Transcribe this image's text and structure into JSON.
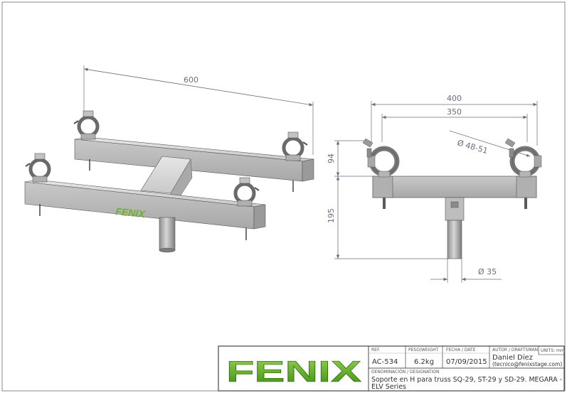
{
  "dimensions": {
    "iso_length": "600",
    "front_outer_width": "400",
    "front_inner_width": "350",
    "clamp_diameter": "Ø 48-51",
    "top_height": "94",
    "post_height": "195",
    "post_diameter": "Ø 35"
  },
  "product_label": "FENIX",
  "title_block": {
    "logo_text": "FENIX",
    "ref_label": "REF.",
    "ref_value": "AC-534",
    "weight_label": "PESO/WEIGHT",
    "weight_value": "6.2kg",
    "date_label": "FECHA / DATE",
    "date_value": "07/09/2015",
    "author_label": "AUTOR / DRAFTSMAN",
    "author_name": "Daniel Díez",
    "author_email": "(tecnico@fenixstage.com)",
    "units_label": "UNITS: mm",
    "designation_label": "DENOMINACIÓN / DESIGNATION",
    "designation_line1": "Soporte en H para truss SQ-29, ST-29 y SD-29. MEGARA -",
    "designation_line2": "ELV Series"
  },
  "colors": {
    "dimension": "#6b6b80",
    "logo_green": "#6ab22e",
    "logo_green_dark": "#3f8a16",
    "metal_light": "#d9d9d9",
    "metal_mid": "#b3b3b3",
    "metal_dark": "#8a8a8a"
  }
}
